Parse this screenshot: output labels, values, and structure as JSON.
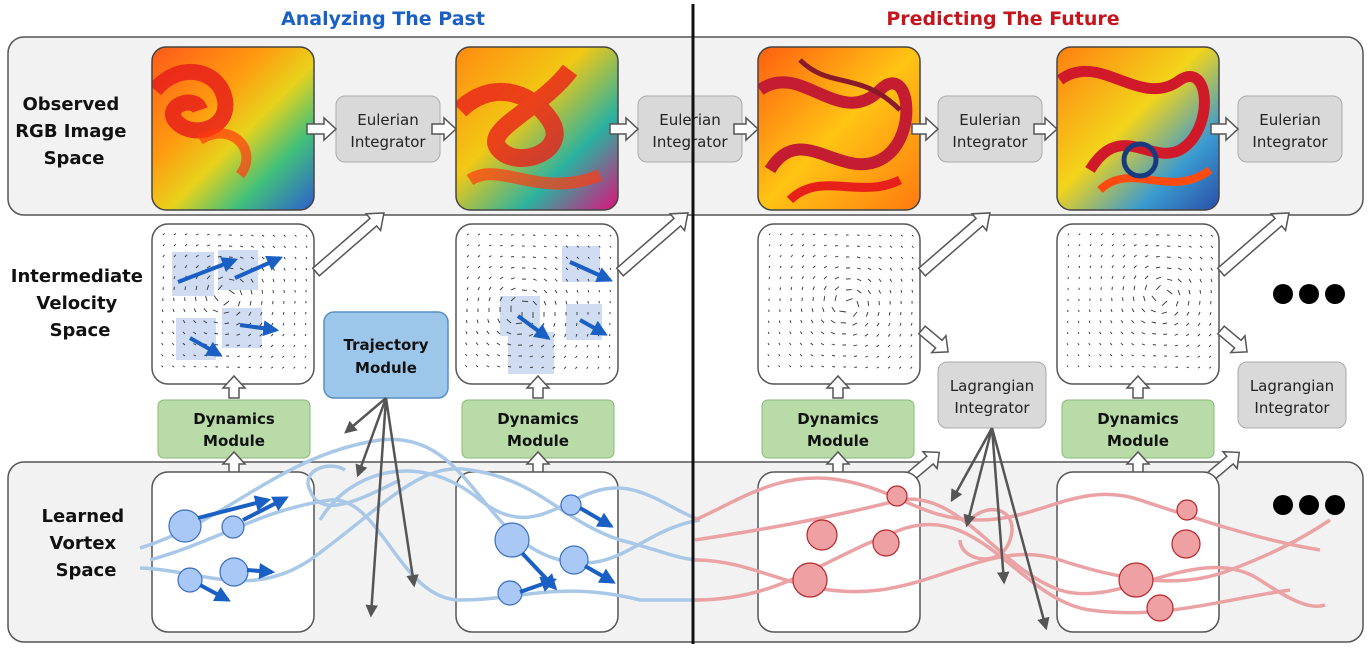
{
  "headers": {
    "past": "Analyzing The Past",
    "future": "Predicting The Future"
  },
  "rows": {
    "observed": [
      "Observed",
      "RGB Image",
      "Space"
    ],
    "velocity": [
      "Intermediate",
      "Velocity",
      "Space"
    ],
    "vortex": [
      "Learned",
      "Vortex",
      "Space"
    ]
  },
  "eulerian": [
    "Eulerian",
    "Integrator"
  ],
  "lagrangian": [
    "Lagrangian",
    "Integrator"
  ],
  "dynamics": [
    "Dynamics",
    "Module"
  ],
  "trajectory": [
    "Trajectory",
    "Module"
  ],
  "colors": {
    "past_accent": "#1a5fc4",
    "future_accent": "#c4161c",
    "module_green": "#b8dba8",
    "module_blue": "#9cc7ea",
    "integrator_gray": "#d9d9d9",
    "past_particles": "#a9c8f5",
    "future_particles": "#eea0a3"
  },
  "icons": {
    "ellipsis": "ellipsis-icon"
  }
}
